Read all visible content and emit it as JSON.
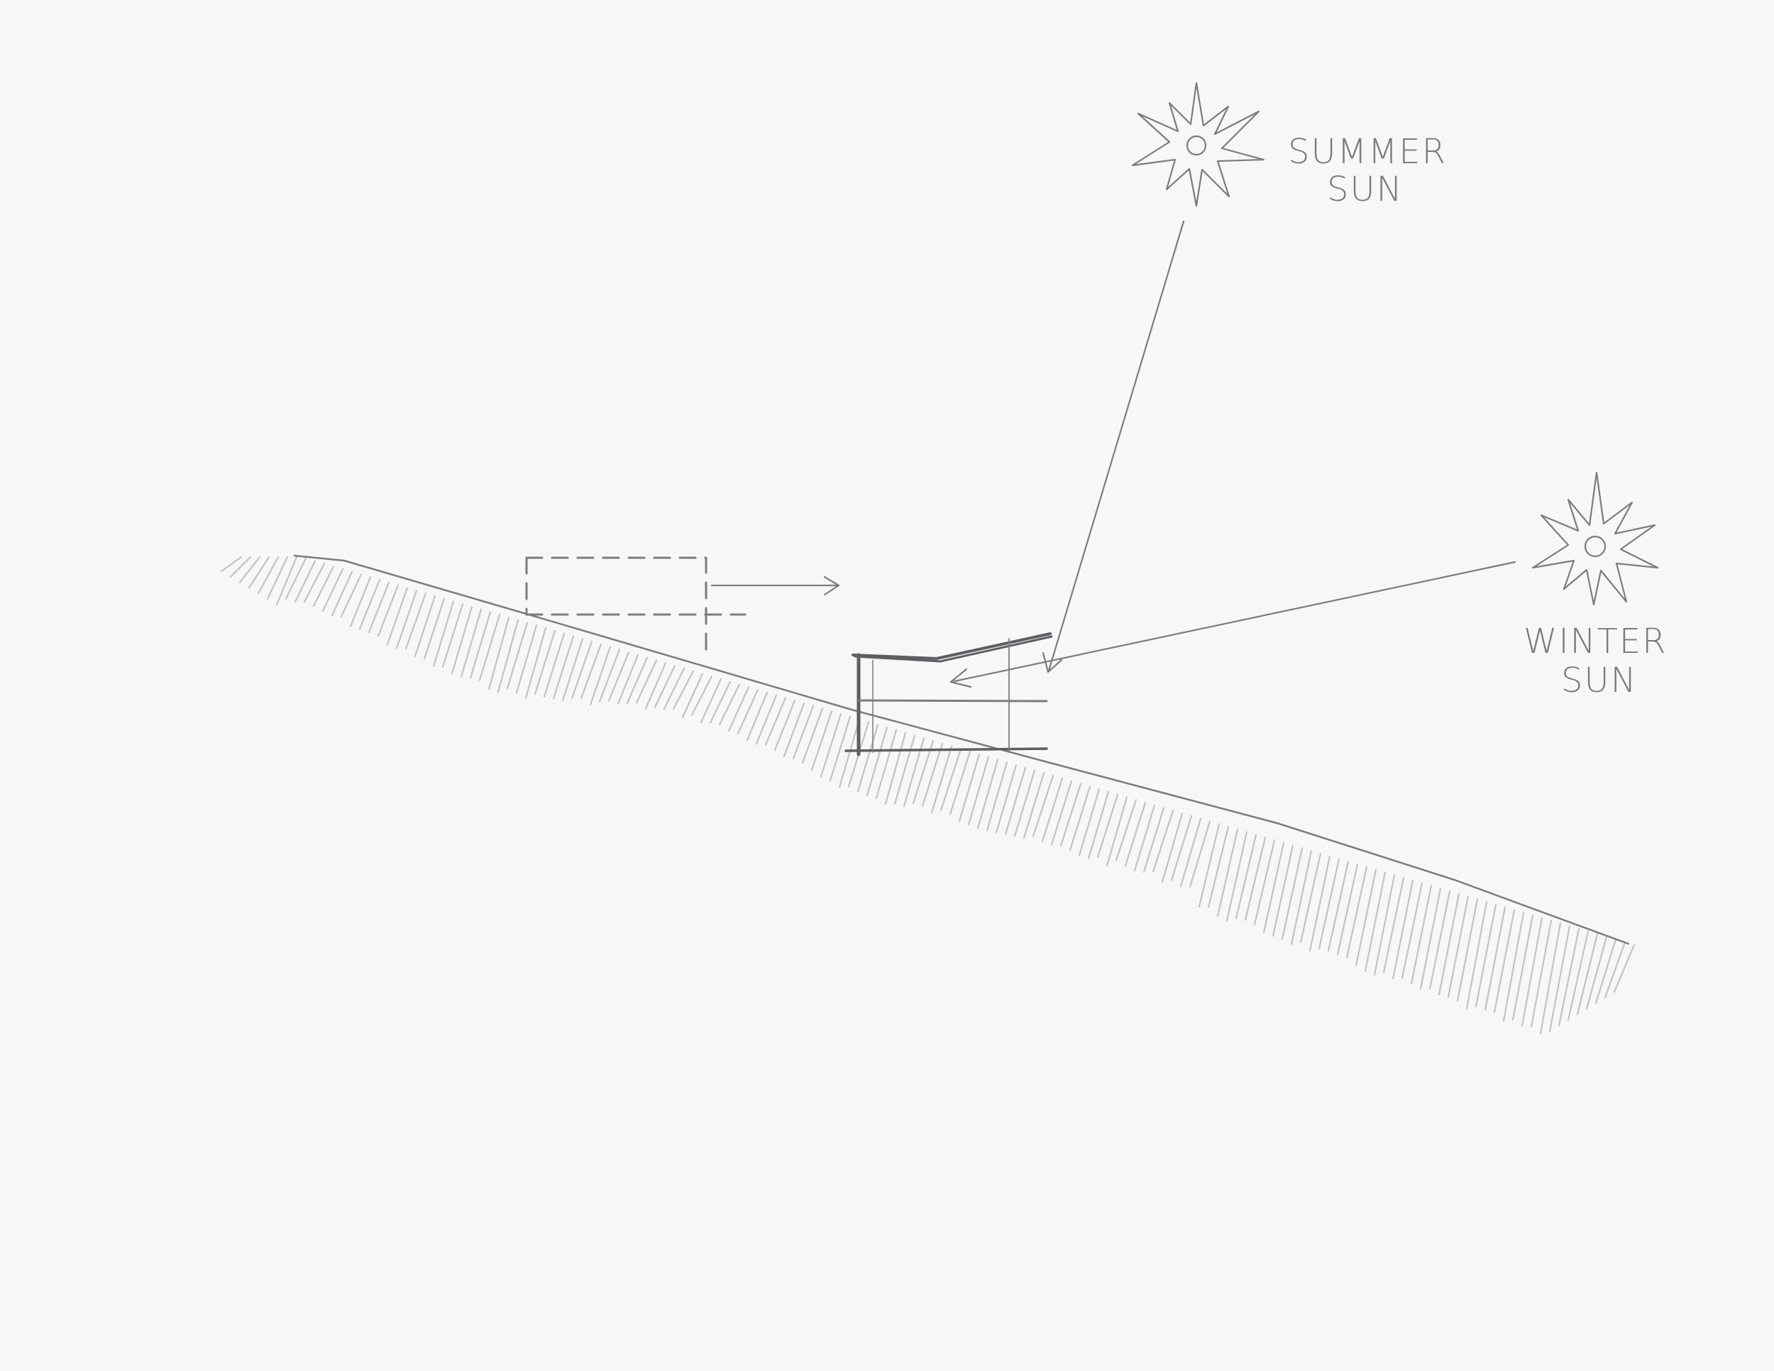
{
  "labels": {
    "summer_sun": {
      "line1": "SUMMER",
      "line2": "SUN"
    },
    "winter_sun": {
      "line1": "WINTER",
      "line2": "SUN"
    }
  },
  "icons": {
    "summer": "sun-icon",
    "winter": "sun-icon"
  },
  "colors": {
    "paper": "#f7f7f8",
    "pencil": "#7c7c80",
    "hatch": "#b9b9bd"
  }
}
